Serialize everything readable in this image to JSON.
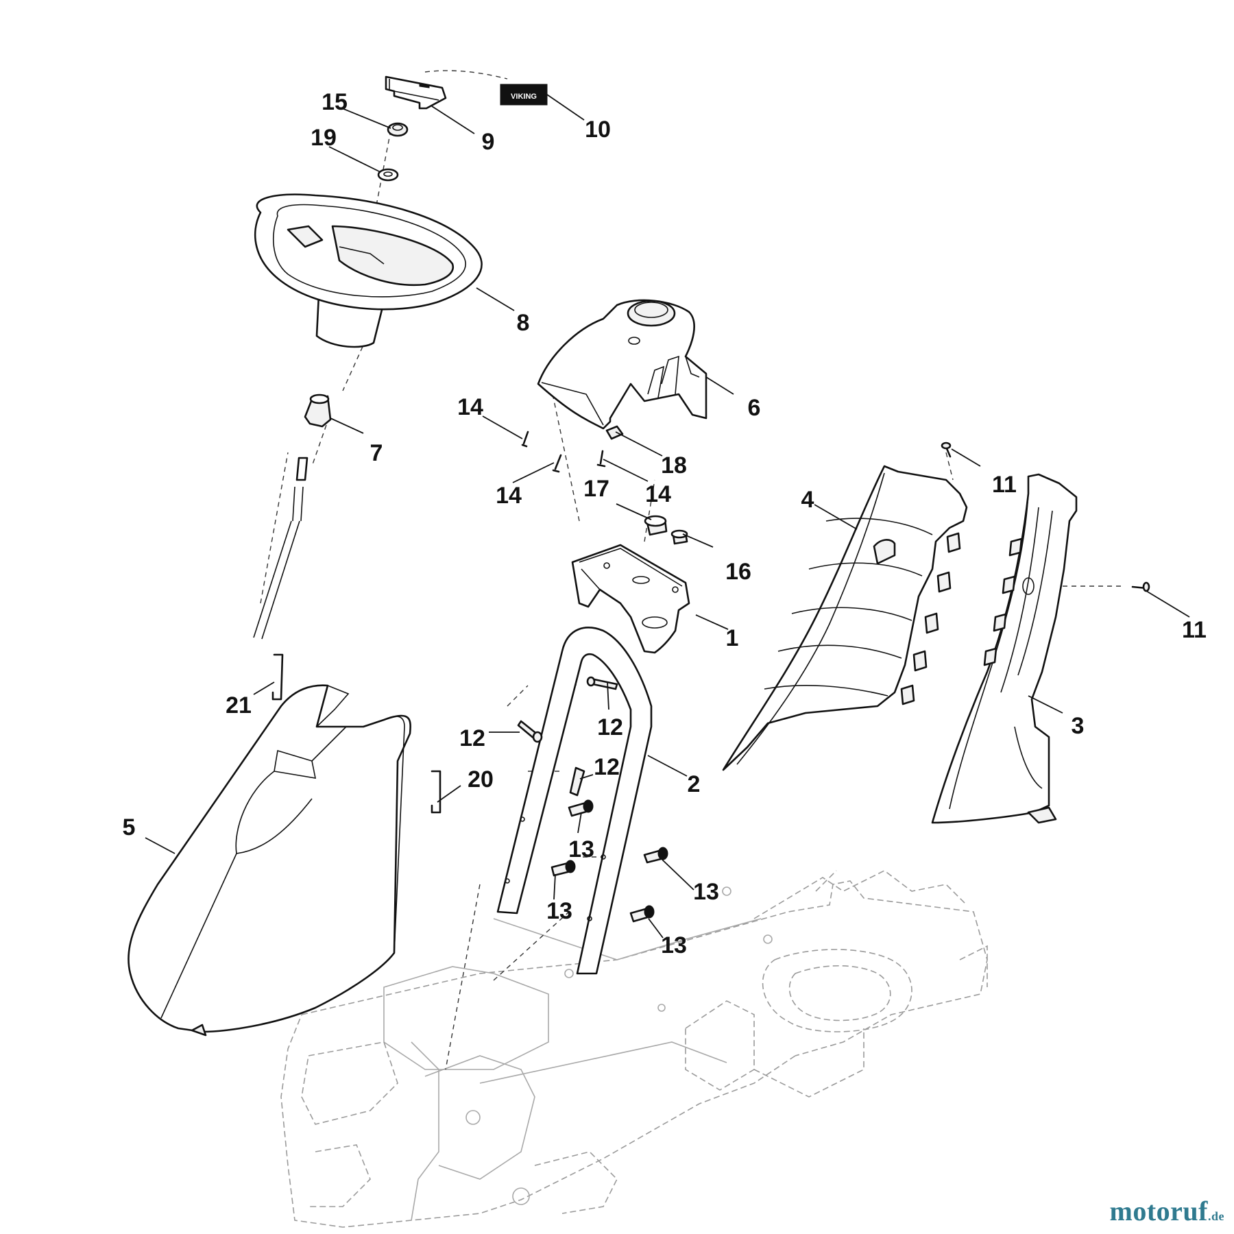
{
  "diagram": {
    "callouts": [
      "1",
      "2",
      "3",
      "4",
      "5",
      "6",
      "7",
      "8",
      "9",
      "10",
      "11",
      "11",
      "12",
      "12",
      "12",
      "13",
      "13",
      "13",
      "13",
      "14",
      "14",
      "14",
      "15",
      "16",
      "17",
      "18",
      "19",
      "20",
      "21"
    ],
    "label_badge": "VIKING"
  },
  "watermark": {
    "main": "motoruf",
    "tld": ".de"
  },
  "colors": {
    "line": "#111111",
    "frame": "#9a9a9a",
    "watermark_text": "#2f7a8f",
    "watermark_accent": "#cf3a2a"
  }
}
